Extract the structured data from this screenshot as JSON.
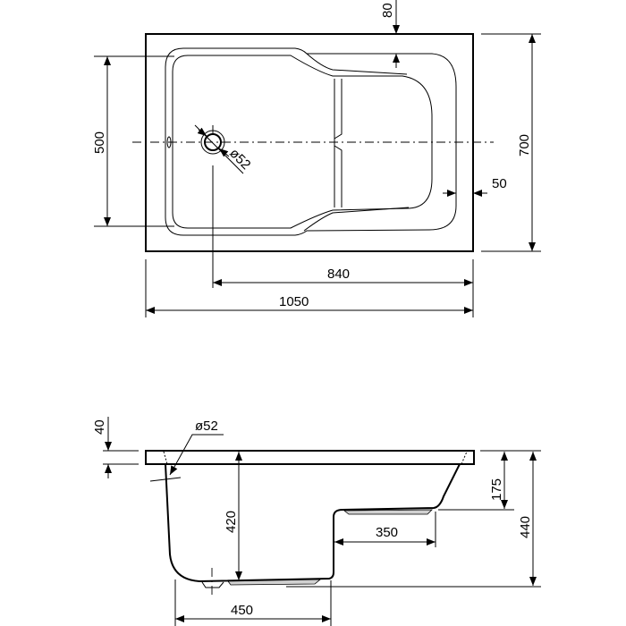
{
  "top_view": {
    "dims": {
      "rim_offset": "80",
      "inner_width": "500",
      "outer_width": "700",
      "drain_diameter": "ø52",
      "side_rim": "50",
      "drain_to_end": "840",
      "outer_length": "1050"
    }
  },
  "side_view": {
    "dims": {
      "rim_thickness": "40",
      "drain_diameter": "ø52",
      "depth": "420",
      "seat_depth": "175",
      "seat_length": "350",
      "total_height": "440",
      "floor_length": "450"
    }
  },
  "colors": {
    "line": "#000000",
    "fill": "#d0d0d0"
  }
}
